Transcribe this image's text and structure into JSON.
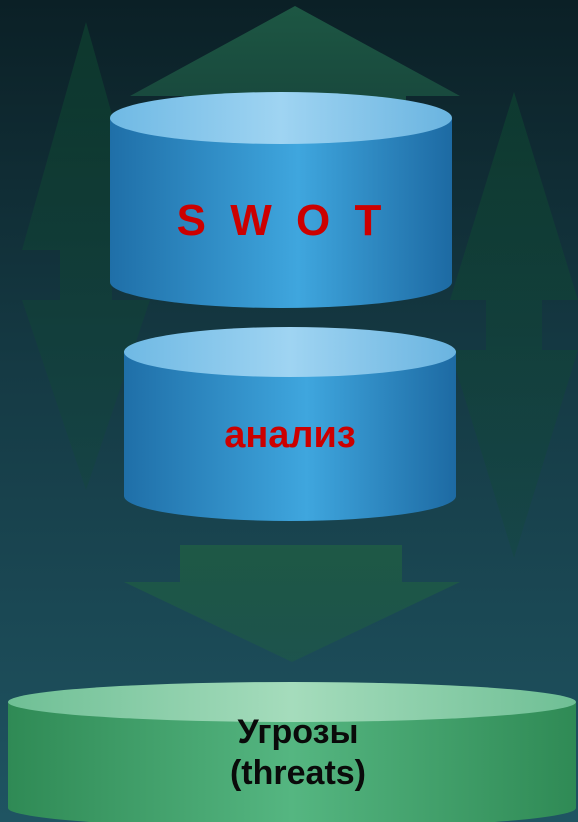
{
  "diagram": {
    "top_cylinder_text": "S W O T",
    "middle_cylinder_text": "анализ",
    "bottom_cylinder_line1": "Угрозы",
    "bottom_cylinder_line2": "(threats)"
  },
  "colors": {
    "background_top": "#0b2026",
    "background_bottom": "#1f5462",
    "cylinder_blue": "#3da0d6",
    "cylinder_green": "#4fae7a",
    "arrow_green": "#1f6a4c",
    "label_red": "#cc0000",
    "label_dark": "#0a0a0a"
  }
}
